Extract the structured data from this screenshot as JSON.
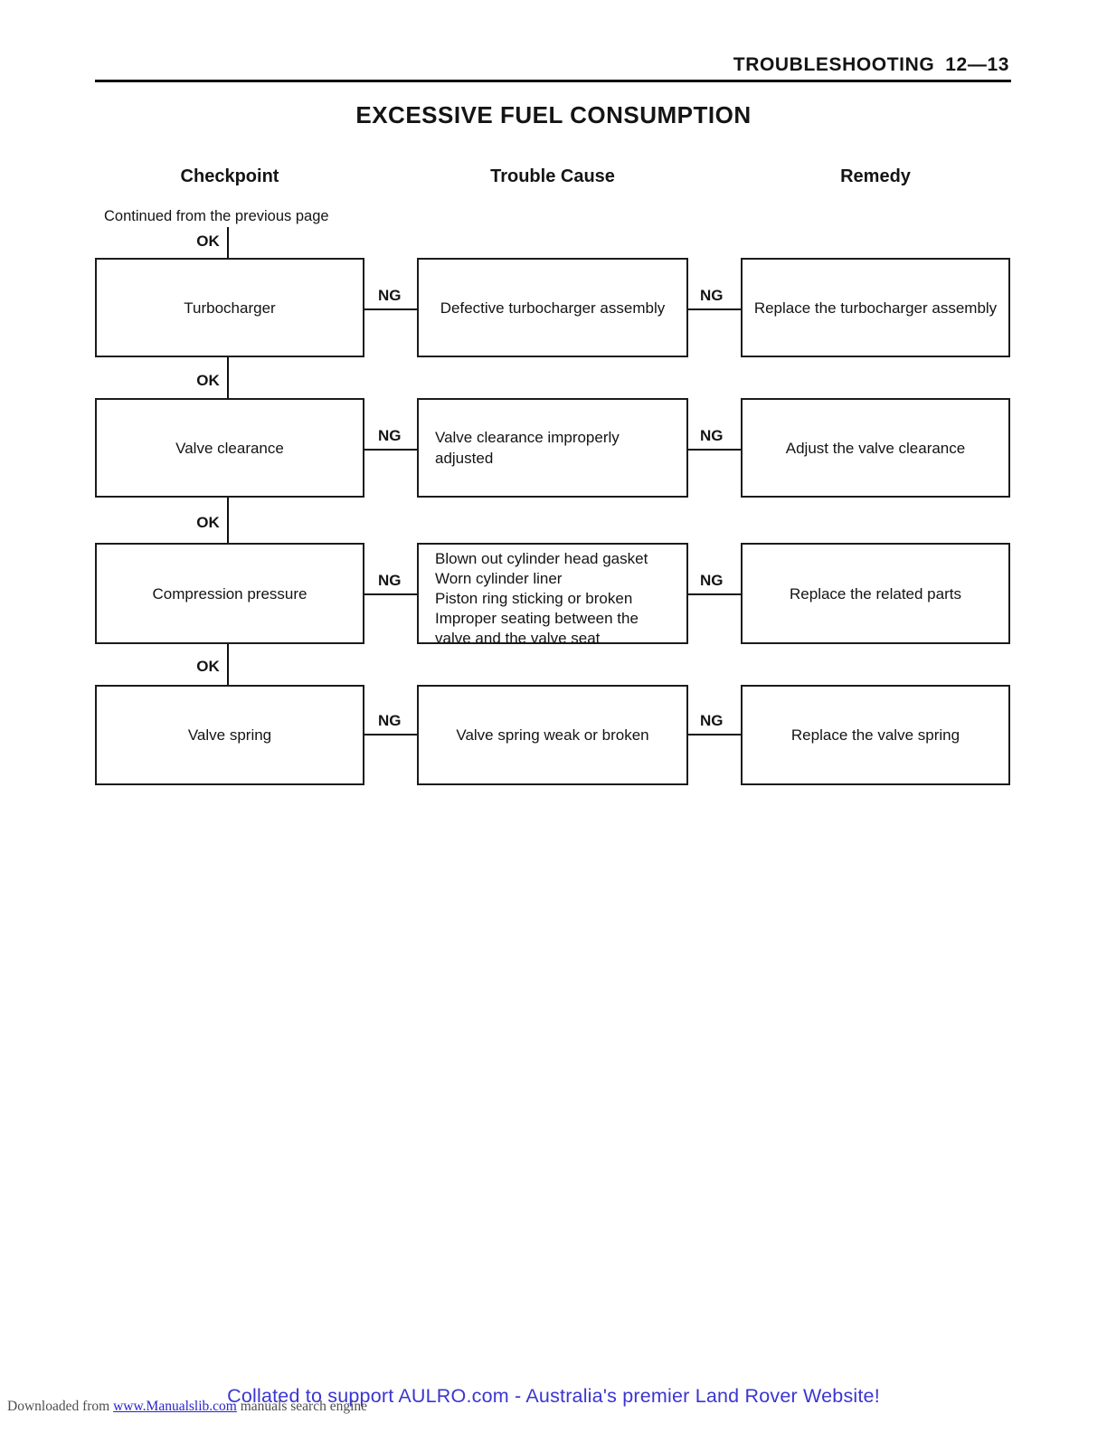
{
  "header": {
    "section": "TROUBLESHOOTING",
    "page_no": "12—13"
  },
  "title": "EXCESSIVE FUEL CONSUMPTION",
  "columns": [
    "Checkpoint",
    "Trouble Cause",
    "Remedy"
  ],
  "continued_note": "Continued from the previous page",
  "labels": {
    "ok": "OK",
    "ng": "NG"
  },
  "rows": [
    {
      "checkpoint": "Turbocharger",
      "cause": "Defective turbocharger assembly",
      "remedy": "Replace the turbocharger assembly"
    },
    {
      "checkpoint": "Valve clearance",
      "cause": "Valve clearance improperly\nadjusted",
      "remedy": "Adjust the valve clearance"
    },
    {
      "checkpoint": "Compression pressure",
      "cause": "Blown out cylinder head gasket\nWorn cylinder liner\nPiston ring sticking or broken\nImproper seating between the\nvalve and the valve seat",
      "remedy": "Replace the related parts"
    },
    {
      "checkpoint": "Valve spring",
      "cause": "Valve spring weak or broken",
      "remedy": "Replace the valve spring"
    }
  ],
  "footer": {
    "collated_text": "Collated to support AULRO.com - Australia's premier Land Rover Website!",
    "collated_color": "#3b35d1",
    "downloaded_prefix": "Downloaded from ",
    "downloaded_link": "www.Manualslib.com",
    "downloaded_suffix": " manuals search engine",
    "link_color": "#2a24cc"
  }
}
